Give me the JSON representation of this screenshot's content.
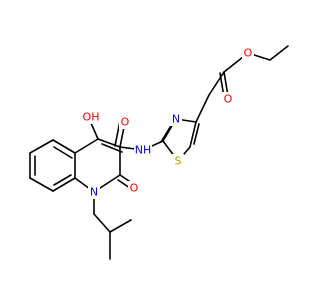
{
  "colors": {
    "bond": "#000000",
    "oxygen": "#ff0000",
    "nitrogen": "#0000ff",
    "sulfur": "#b3a200",
    "background": "#ffffff"
  },
  "labels": {
    "ester_o_single": "O",
    "ester_o_double": "O",
    "hydroxy": "OH",
    "hydroxy_o": "O",
    "hydroxy_h": "H",
    "amide_o": "O",
    "amide_nh": "NH",
    "amide_n": "N",
    "amide_h": "H",
    "thiazole_n": "N",
    "thiazole_s": "S",
    "quinoline_n": "N",
    "quinolone_o": "O"
  }
}
